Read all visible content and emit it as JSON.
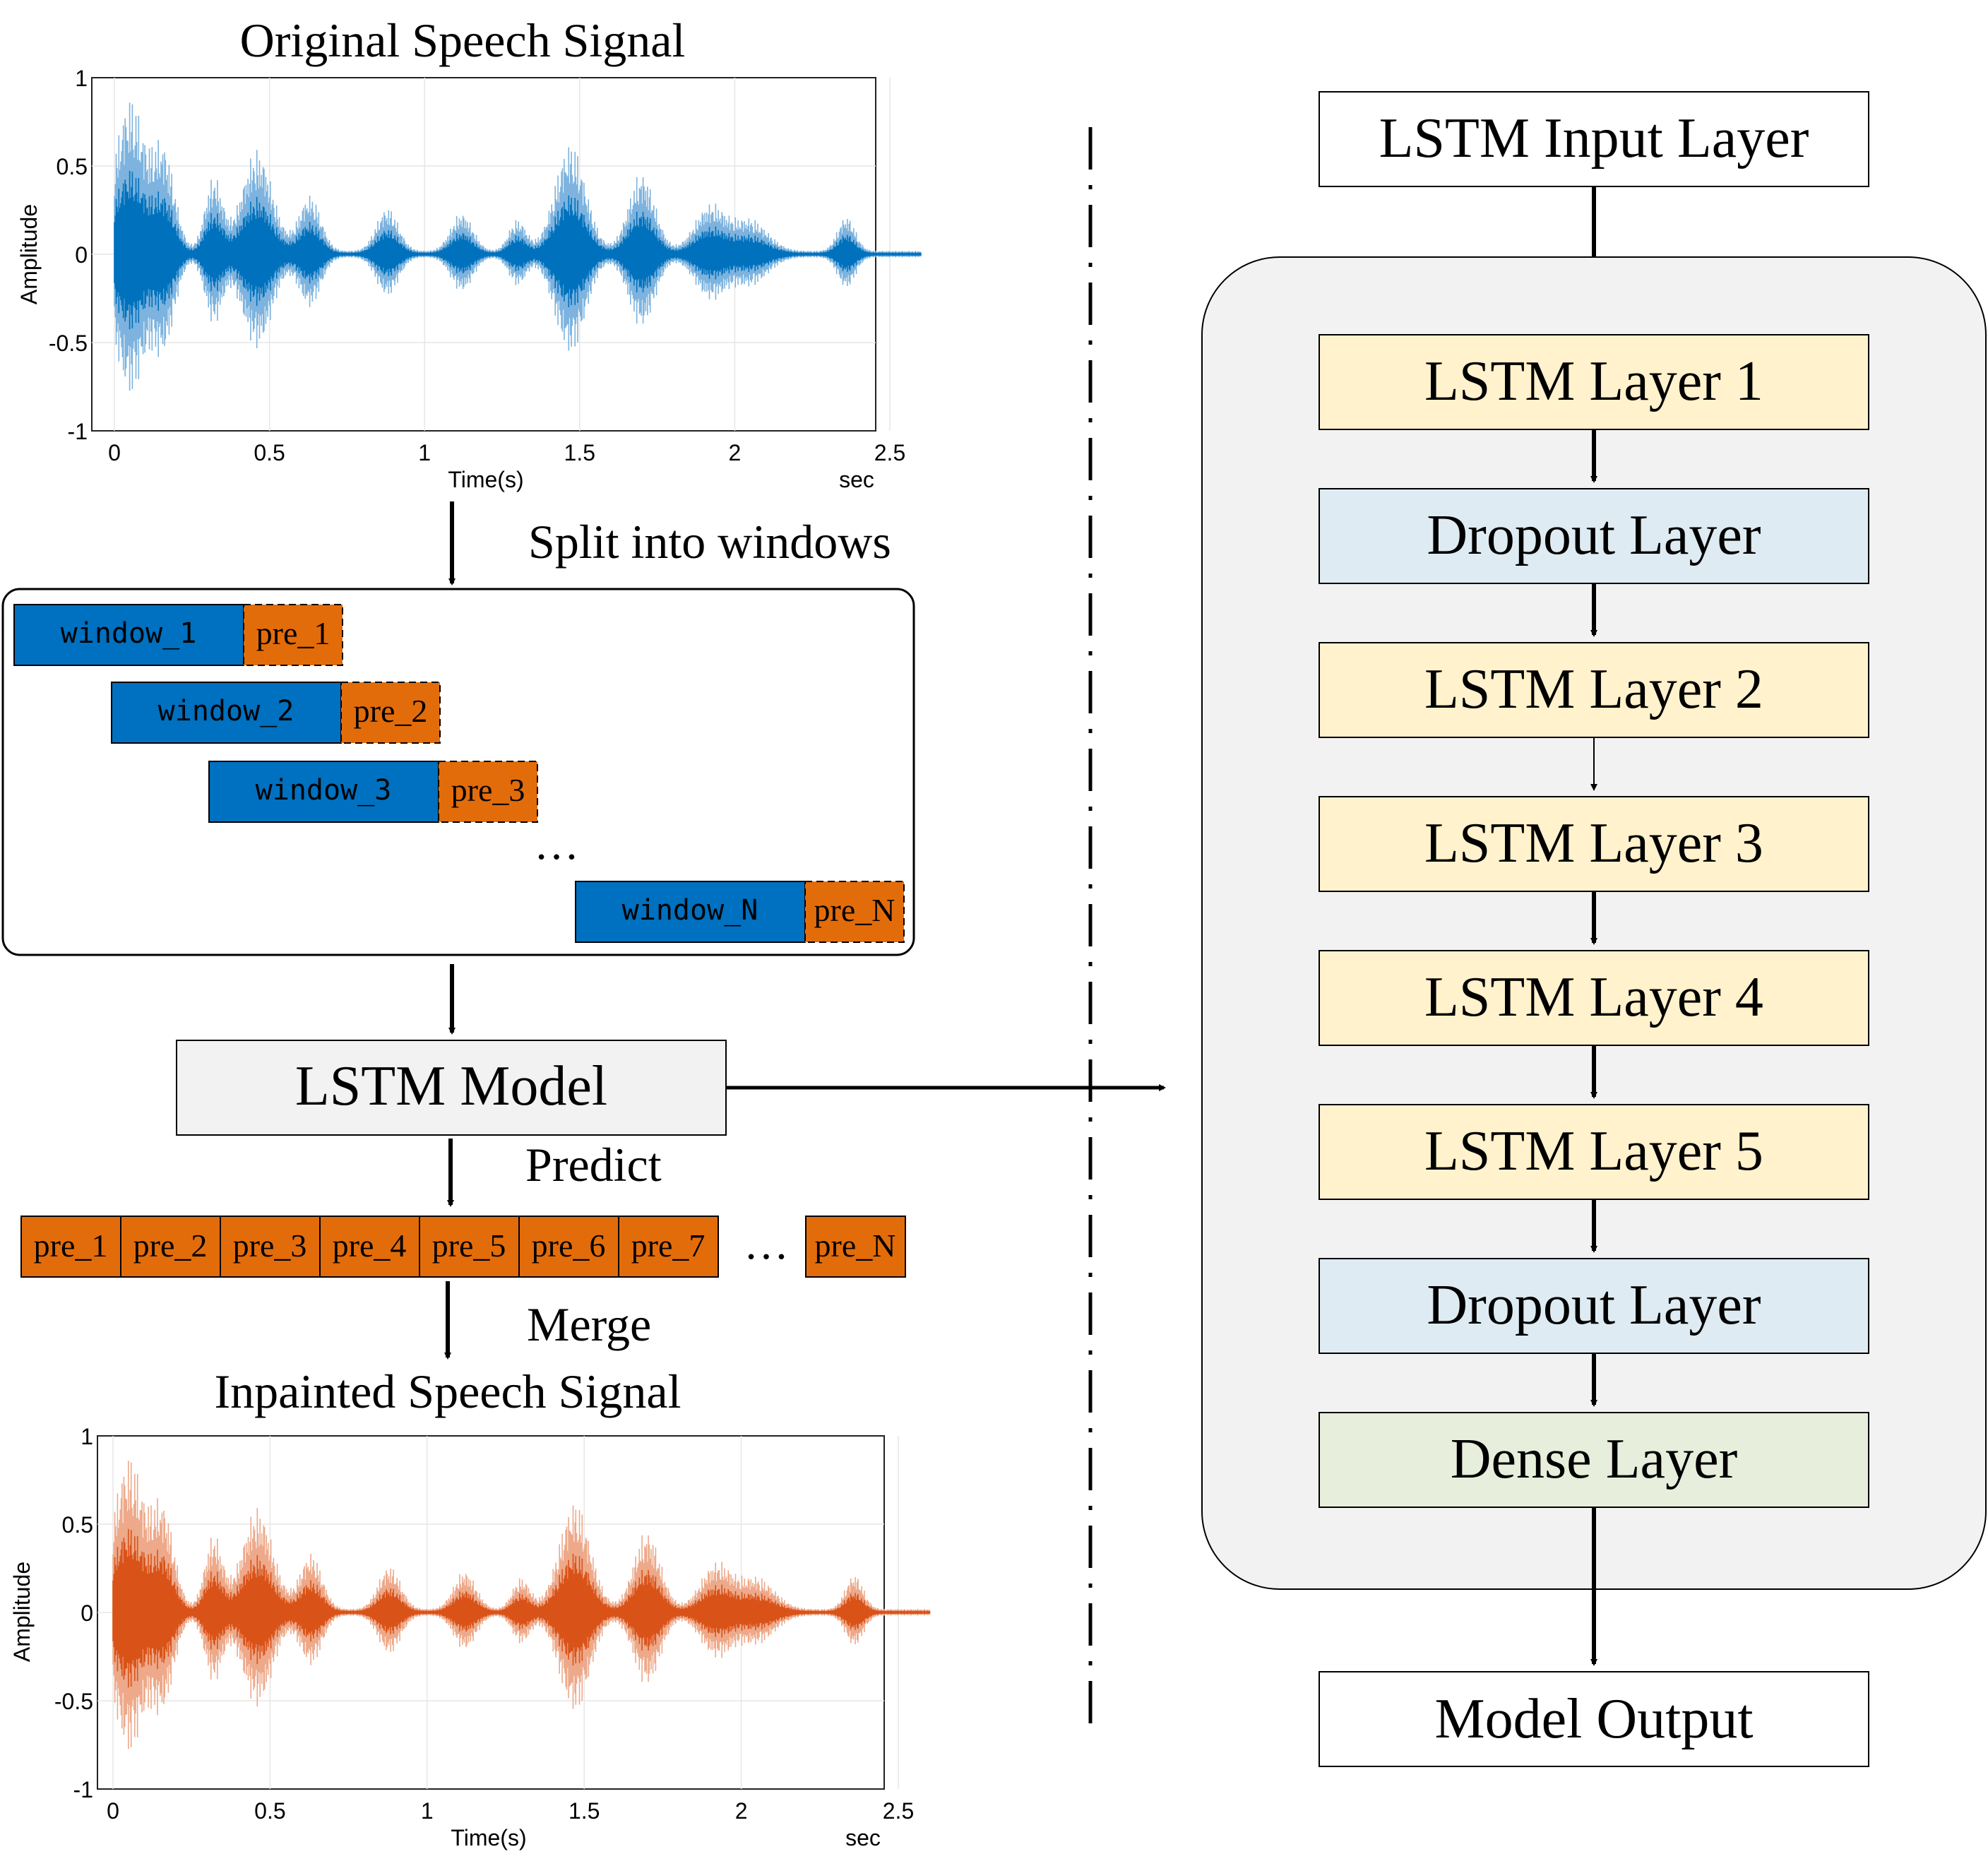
{
  "left_panel": {
    "original_plot": {
      "title": "Original Speech Signal",
      "ylabel": "Amplitude",
      "xlabel": "Time(s)",
      "xunit": "sec",
      "yticks": [
        "1",
        "0.5",
        "0",
        "-0.5",
        "-1"
      ],
      "xticks": [
        "0",
        "0.5",
        "1",
        "1.5",
        "2",
        "2.5"
      ],
      "color_main": "#0072BD",
      "color_light": "#7DB3DE"
    },
    "split_label": "Split into windows",
    "windows": [
      {
        "window": "window_1",
        "pre": "pre_1"
      },
      {
        "window": "window_2",
        "pre": "pre_2"
      },
      {
        "window": "window_3",
        "pre": "pre_3"
      },
      {
        "window": "window_N",
        "pre": "pre_N"
      }
    ],
    "window_ellipsis": "…",
    "model_label": "LSTM Model",
    "predict_label": "Predict",
    "predictions": [
      "pre_1",
      "pre_2",
      "pre_3",
      "pre_4",
      "pre_5",
      "pre_6",
      "pre_7"
    ],
    "predictions_last": "pre_N",
    "predictions_ellipsis": "…",
    "merge_label": "Merge",
    "inpainted_plot": {
      "title": "Inpainted Speech Signal",
      "ylabel": "Amplitude",
      "xlabel": "Time(s)",
      "xunit": "sec",
      "yticks": [
        "1",
        "0.5",
        "0",
        "-0.5",
        "-1"
      ],
      "xticks": [
        "0",
        "0.5",
        "1",
        "1.5",
        "2",
        "2.5"
      ],
      "color_main": "#D95319",
      "color_light": "#EDA98A"
    }
  },
  "right_panel": {
    "input_layer": "LSTM Input Layer",
    "layers": [
      {
        "label": "LSTM Layer 1",
        "kind": "lstm"
      },
      {
        "label": "Dropout Layer",
        "kind": "dropout"
      },
      {
        "label": "LSTM Layer 2",
        "kind": "lstm"
      },
      {
        "label": "LSTM Layer 3",
        "kind": "lstm"
      },
      {
        "label": "LSTM Layer 4",
        "kind": "lstm"
      },
      {
        "label": "LSTM Layer 5",
        "kind": "lstm"
      },
      {
        "label": "Dropout Layer",
        "kind": "dropout"
      },
      {
        "label": "Dense Layer",
        "kind": "dense"
      }
    ],
    "output_layer": "Model Output"
  },
  "colors": {
    "window_blue": "#0070C0",
    "pre_orange": "#E36C0A",
    "lstm_fill": "#FFF2CC",
    "dropout_fill": "#DEEBF2",
    "dense_fill": "#E7EEDB",
    "model_fill": "#F2F2F2",
    "group_fill": "#F2F2F2"
  }
}
